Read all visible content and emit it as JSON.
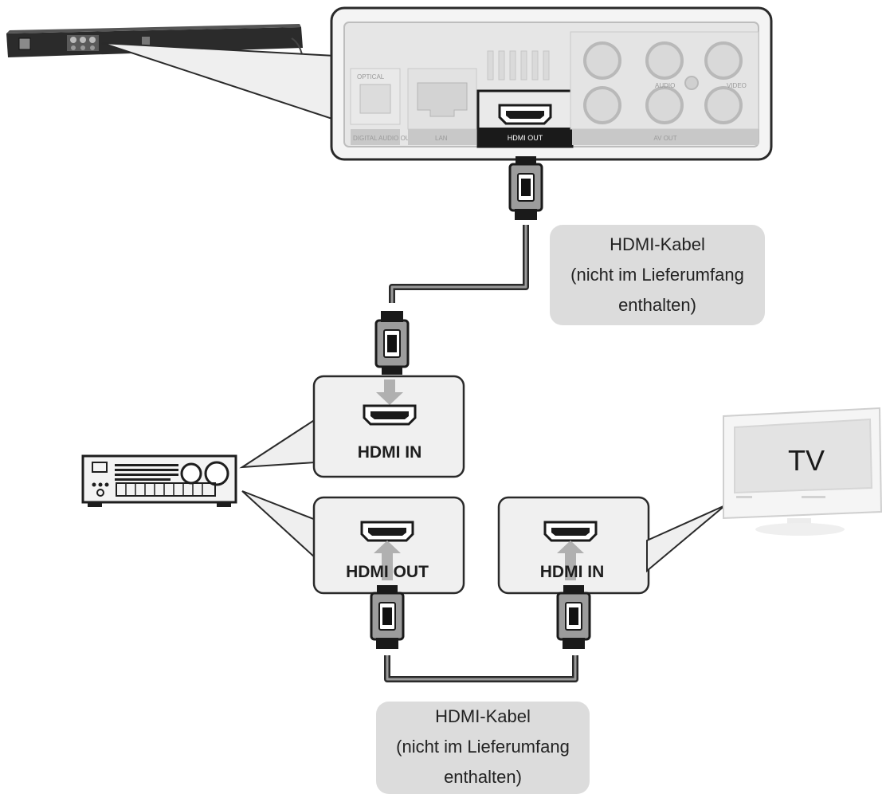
{
  "player_panel": {
    "optical": "OPTICAL",
    "digital_audio_out": "DIGITAL AUDIO OUT",
    "lan": "LAN",
    "hdmi_out": "HDMI OUT",
    "audio": "AUDIO",
    "video": "VIDEO",
    "av_out": "AV OUT"
  },
  "receiver_hdmi_in": {
    "label": "HDMI IN"
  },
  "receiver_hdmi_out": {
    "label": "HDMI OUT"
  },
  "tv_hdmi_in": {
    "label": "HDMI IN"
  },
  "tv": {
    "label": "TV"
  },
  "cable_note_top": {
    "lines": [
      "HDMI-Kabel",
      "(nicht im Lieferumfang",
      "enthalten)"
    ]
  },
  "cable_note_bottom": {
    "lines": [
      "HDMI-Kabel",
      "(nicht im Lieferumfang",
      "enthalten)"
    ]
  }
}
